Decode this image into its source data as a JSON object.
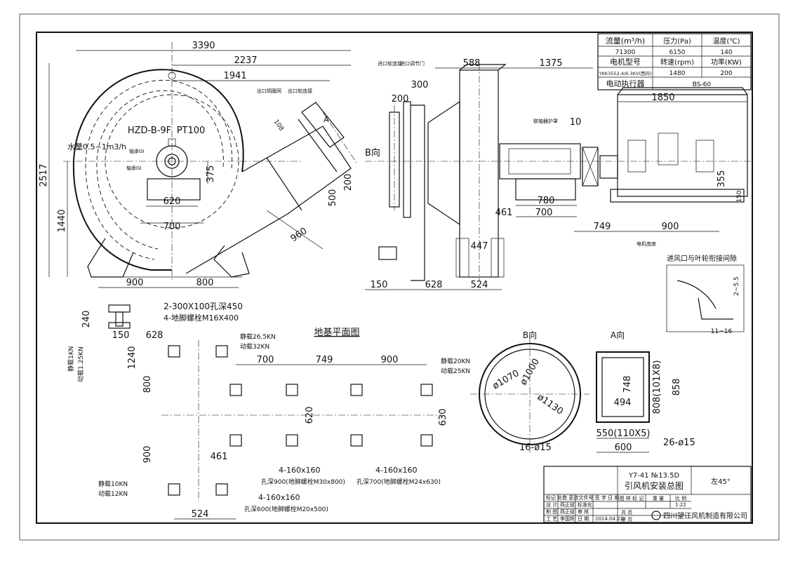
{
  "spec_table": {
    "headers": [
      "流量(m³/h)",
      "压力(Pa)",
      "温度(℃)"
    ],
    "values": [
      "71300",
      "6150",
      "140"
    ],
    "motor_headers": [
      "电机型号",
      "转速(rpm)",
      "功率(KW)"
    ],
    "motor_values": [
      "YKK3552-4/6.3KV(西玛)",
      "1480",
      "200"
    ],
    "actuator_label": "电动执行器",
    "actuator_value": "BS-60"
  },
  "front_view": {
    "dims": [
      "3390",
      "2237",
      "1941",
      "2517",
      "1440",
      "620",
      "700",
      "375",
      "960",
      "500",
      "200",
      "900",
      "800",
      "108"
    ],
    "labels": [
      "HZD-B-9F",
      "PT100",
      "水量0.5~1m3/h",
      "出口铜膜网",
      "出口软连接",
      "A",
      "轴承GI",
      "轴承GI"
    ]
  },
  "side_view": {
    "dims": [
      "588",
      "1375",
      "300",
      "200",
      "10",
      "1850",
      "355",
      "150",
      "780",
      "700",
      "461",
      "749",
      "900",
      "447",
      "150",
      "628",
      "524"
    ],
    "labels": [
      "进口软连接",
      "进口调节门",
      "联轴器护罩",
      "B向",
      "电机底座"
    ]
  },
  "gap_detail": {
    "title": "进风口与叶轮衔接间隙",
    "dims": [
      "2~5.5",
      "11~16"
    ]
  },
  "foundation": {
    "title": "地基平面图",
    "dims": [
      "240",
      "150",
      "628",
      "1240",
      "800",
      "900",
      "700",
      "749",
      "900",
      "620",
      "630",
      "461",
      "524"
    ],
    "loads": [
      "静载26.5KN",
      "动载32KN",
      "静载20KN",
      "动载25KN",
      "静载1KN",
      "动载1.25KN",
      "静载10KN",
      "动载12KN"
    ],
    "bolts": [
      "2-300X100孔深450",
      "4-地脚螺栓M16X400",
      "4-160x160",
      "孔深900(地脚螺栓M30x800)",
      "4-160x160",
      "孔深700(地脚螺栓M24x630)",
      "4-160x160",
      "孔深600(地脚螺栓M20x500)"
    ]
  },
  "b_view": {
    "title": "B向",
    "dims": [
      "ø1070",
      "ø1000",
      "ø1130",
      "16-ø15"
    ]
  },
  "a_view": {
    "title": "A向",
    "dims": [
      "748",
      "494",
      "808(101X8)",
      "858",
      "550(110X5)",
      "600",
      "26-ø15"
    ]
  },
  "title_block": {
    "model": "Y7-41 №13.5D",
    "name": "引风机安装总图",
    "orientation": "左45°",
    "ratio_label": "比 例",
    "ratio": "1:22",
    "weight_label": "重 量",
    "mark_label": "图 样 标 记",
    "company": "四川望江风机制造有限公司",
    "rows": [
      "标记 处数 更改文件号 签 字 日 期",
      "设 计",
      "制 图",
      "工 艺"
    ],
    "names": [
      "燕正斌",
      "燕正斌",
      "李国辉"
    ],
    "check": [
      "标准化",
      "审 核",
      "日 期"
    ],
    "date": "2014.04.22",
    "sheet_total": "共 页",
    "sheet_no": "第 页"
  }
}
